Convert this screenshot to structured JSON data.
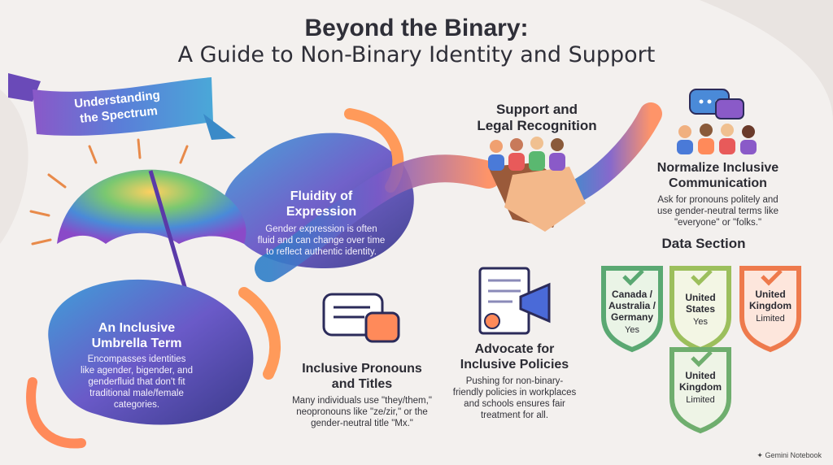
{
  "title": {
    "main": "Beyond the Binary:",
    "sub": "A Guide to Non-Binary Identity and Support"
  },
  "banner": {
    "line1": "Understanding",
    "line2": "the Spectrum"
  },
  "fluidity": {
    "heading_line1": "Fluidity of",
    "heading_line2": "Expression",
    "body_line1": "Gender expression is often",
    "body_line2": "fluid and can change over time",
    "body_line3": "to reflect authentic identity."
  },
  "umbrella": {
    "heading_line1": "An Inclusive",
    "heading_line2": "Umbrella Term",
    "body_line1": "Encompasses identities",
    "body_line2": "like agender, bigender, and",
    "body_line3": "genderfluid that don't fit",
    "body_line4": "traditional male/female",
    "body_line5": "categories."
  },
  "pronouns": {
    "heading_line1": "Inclusive Pronouns",
    "heading_line2": "and Titles",
    "body_line1": "Many individuals use \"they/them,\"",
    "body_line2": "neopronouns like \"ze/zir,\" or the",
    "body_line3": "gender-neutral title \"Mx.\""
  },
  "support": {
    "heading_line1": "Support and",
    "heading_line2": "Legal Recognition"
  },
  "advocate": {
    "heading_line1": "Advocate for",
    "heading_line2": "Inclusive Policies",
    "body_line1": "Pushing for non-binary-",
    "body_line2": "friendly policies in workplaces",
    "body_line3": "and schools ensures fair",
    "body_line4": "treatment for all."
  },
  "communication": {
    "heading_line1": "Normalize Inclusive",
    "heading_line2": "Communication",
    "body_line1": "Ask for pronouns politely and",
    "body_line2": "use gender-neutral terms like",
    "body_line3": "\"everyone\" or \"folks.\""
  },
  "data_section": {
    "title": "Data Section",
    "shields": [
      {
        "name_lines": [
          "Canada /",
          "Australia /",
          "Germany"
        ],
        "status": "Yes",
        "color": "#5aa872"
      },
      {
        "name_lines": [
          "United",
          "States"
        ],
        "status": "Yes",
        "color": "#9cbf5c"
      },
      {
        "name_lines": [
          "United",
          "Kingdom"
        ],
        "status": "Limited",
        "color": "#ee7a4c"
      },
      {
        "name_lines": [
          "United",
          "Kingdom"
        ],
        "status": "Limited",
        "color": "#6fae6e"
      }
    ]
  },
  "brand": "Gemini Notebook"
}
